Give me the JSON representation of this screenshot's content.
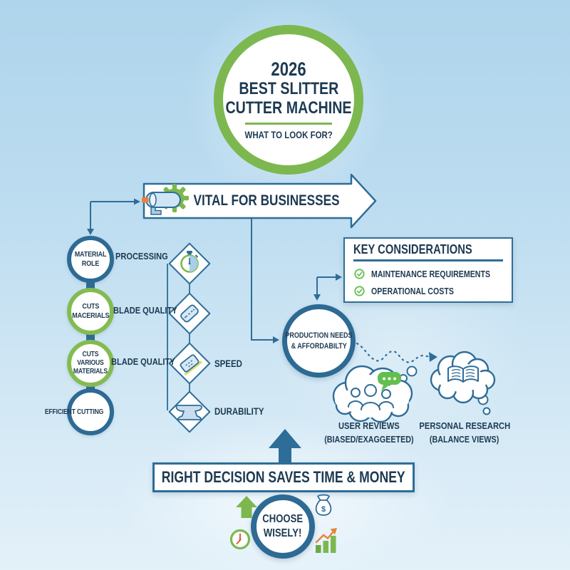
{
  "colors": {
    "accent_blue": "#2e6d98",
    "navy_text": "#1d3a52",
    "ring_green": "#7cb84f",
    "check_green": "#62bf4e",
    "orange": "#e8823c",
    "red_orange": "#e2574c",
    "bg_top": "#aed5ec",
    "bg_bottom": "#e3f1f9"
  },
  "header_circle": {
    "year": "2026",
    "title_line1": "BEST SLITTER",
    "title_line2": "CUTTER MACHINE",
    "subtitle": "WHAT TO LOOK FOR?"
  },
  "vital_banner": {
    "label": "VITAL FOR BUSINESSES",
    "icon": "slitter-machine-icon"
  },
  "material_steps": [
    {
      "label": "MATERIAL ROLE",
      "ring": "blue",
      "side_label": "PROCESSING"
    },
    {
      "label": "CUTS MACERIALS",
      "ring": "green",
      "side_label": "BLADE QUALITY"
    },
    {
      "label": "CUTS VARIOUS MATERIALS",
      "ring": "green",
      "side_label": "BLADE QUALITY"
    },
    {
      "label": "EFFICIENT CUTTING",
      "ring": "blue",
      "side_label": ""
    }
  ],
  "feature_diamonds": [
    {
      "icon": "stopwatch-icon",
      "label": ""
    },
    {
      "icon": "razor-blade-icon",
      "label": ""
    },
    {
      "icon": "cutting-blade-icon",
      "label": "SPEED"
    },
    {
      "icon": "anvil-icon",
      "label": "DURABILITY"
    }
  ],
  "key_considerations": {
    "title": "KEY CONSIDERATIONS",
    "items": [
      {
        "icon": "check-circle-icon",
        "label": "MAINTENANCE REQUIREMENTS"
      },
      {
        "icon": "check-circle-icon",
        "label": "OPERATIONAL COSTS"
      }
    ]
  },
  "production_circle": {
    "line1": "PRODUCTION NEEDS",
    "line2": "& AFFORDABILTY"
  },
  "thought_clouds": [
    {
      "icon": "user-group-icon",
      "caption_line1": "USER REVIEWS",
      "caption_line2": "(BIASED/EXAGGEETED)"
    },
    {
      "icon": "open-book-icon",
      "caption_line1": "PERSONAL RESEARCH",
      "caption_line2": "(BALANCE VIEWS)"
    }
  ],
  "bottom_banner": {
    "label": "RIGHT DECISION SAVES TIME & MONEY"
  },
  "choose_circle": {
    "line1": "CHOOSE",
    "line2": "WISELY!"
  },
  "choose_icons": {
    "money_symbol": "$",
    "icons": [
      "growth-arrow-icon",
      "money-bag-icon",
      "clock-icon",
      "bar-chart-icon"
    ]
  }
}
